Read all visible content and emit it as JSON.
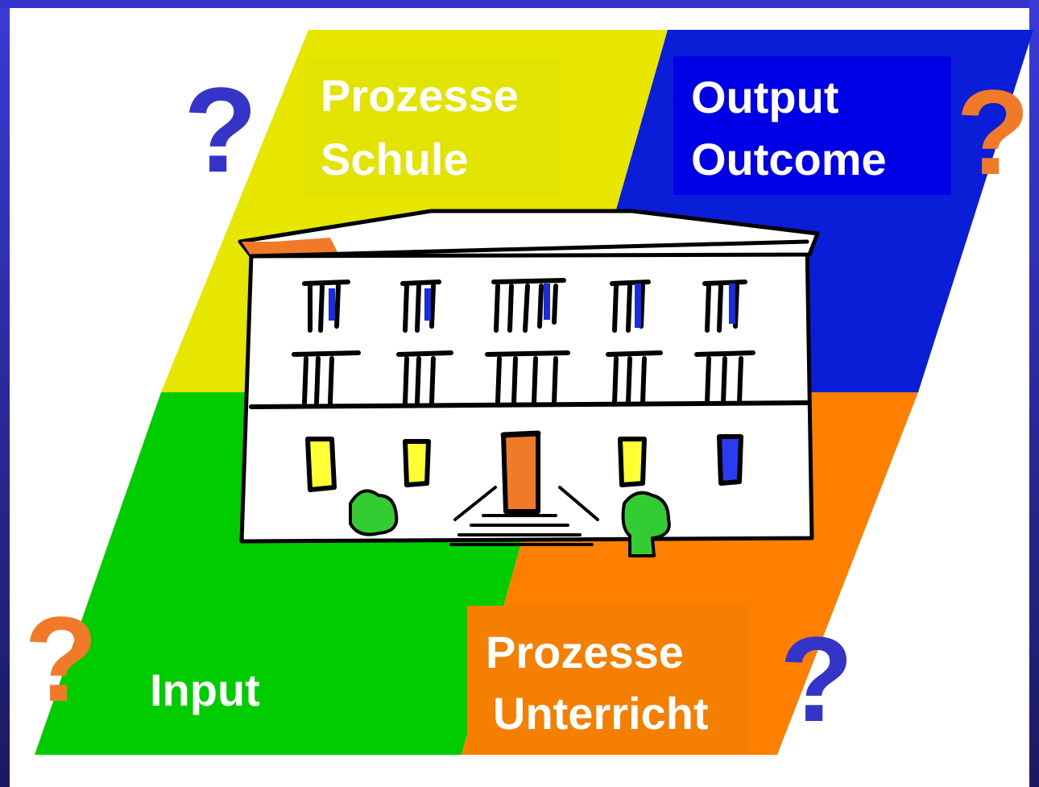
{
  "quadrants": {
    "top_left": {
      "line1": "Prozesse",
      "line2": "Schule"
    },
    "top_right": {
      "line1": "Output",
      "line2": "Outcome"
    },
    "bottom_left": {
      "line1": "Input"
    },
    "bottom_right": {
      "line1": "Prozesse",
      "line2": "Unterricht"
    }
  },
  "question_marks": {
    "top_left": "?",
    "top_right": "?",
    "bottom_left": "?",
    "bottom_right": "?"
  },
  "colors": {
    "frame": "#2a2ac0",
    "background": "#ffffff",
    "yellow": "#e6e600",
    "blue": "#0a1ed8",
    "green": "#00cc00",
    "orange": "#ff7f00",
    "qmark_blue": "#3434c8",
    "qmark_orange": "#f07a28",
    "label_box_blue": "#0000e6",
    "label_box_yellow": "#e3e300",
    "label_box_orange": "#f57f00"
  },
  "illustration": "school-building"
}
